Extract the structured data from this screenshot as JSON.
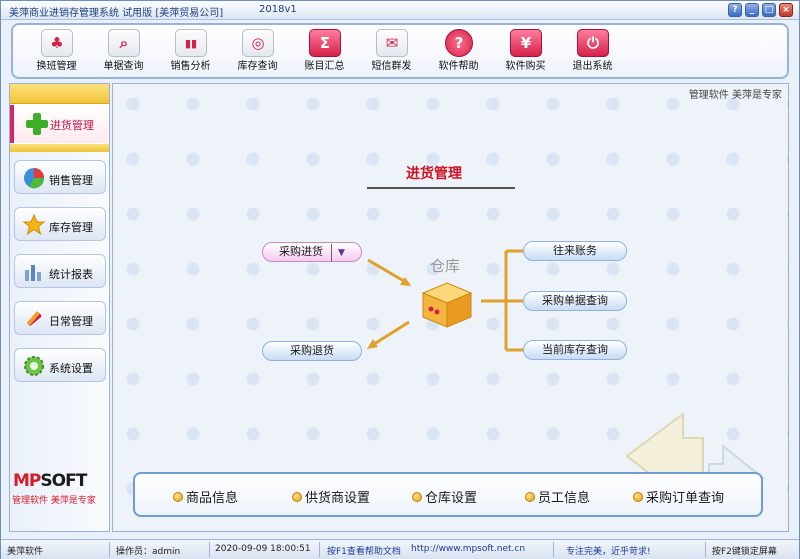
{
  "window": {
    "title": "美萍商业进销存管理系统 试用版 [美萍贸易公司]",
    "version": "2018v1",
    "controls": [
      "?",
      "_",
      "□",
      "×"
    ]
  },
  "toolbar": {
    "items": [
      {
        "label": "换班管理",
        "icon": "change-shift-icon",
        "glyph": "♣",
        "color": "#d6204a"
      },
      {
        "label": "单据查询",
        "icon": "document-search-icon",
        "glyph": "⌕",
        "color": "#d6204a"
      },
      {
        "label": "销售分析",
        "icon": "bar-chart-icon",
        "glyph": "▮▮",
        "color": "#d6204a"
      },
      {
        "label": "库存查询",
        "icon": "inventory-icon",
        "glyph": "◎",
        "color": "#d6204a"
      },
      {
        "label": "账目汇总",
        "icon": "sigma-icon",
        "glyph": "Σ",
        "color": "#ffffff"
      },
      {
        "label": "短信群发",
        "icon": "envelope-icon",
        "glyph": "✉",
        "color": "#d6204a"
      },
      {
        "label": "软件帮助",
        "icon": "help-icon",
        "glyph": "?",
        "color": "#ffffff"
      },
      {
        "label": "软件购买",
        "icon": "yen-icon",
        "glyph": "¥",
        "color": "#ffffff"
      },
      {
        "label": "退出系统",
        "icon": "exit-icon",
        "glyph": "⏻",
        "color": "#ffffff"
      }
    ]
  },
  "sidebar": {
    "active": {
      "label": "进货管理",
      "icon": "plus-icon"
    },
    "items": [
      {
        "label": "销售管理",
        "icon": "pie-chart-icon"
      },
      {
        "label": "库存管理",
        "icon": "star-icon"
      },
      {
        "label": "统计报表",
        "icon": "report-icon"
      },
      {
        "label": "日常管理",
        "icon": "tools-icon"
      },
      {
        "label": "系统设置",
        "icon": "settings-icon"
      }
    ],
    "brand": {
      "logo_m": "MP",
      "logo_rest": "SOFT",
      "slogan": "管理软件 美萍是专家"
    }
  },
  "main": {
    "slogan": "管理软件 美萍是专家",
    "title": "进货管理",
    "warehouse_label": "仓库",
    "flow": {
      "purchase_in": "采购进货",
      "purchase_dropdown": "▼",
      "purchase_return": "采购退货",
      "accounts": "往来账务",
      "purchase_docs": "采购单据查询",
      "current_stock": "当前库存查询"
    },
    "links": [
      "商品信息",
      "供货商设置",
      "仓库设置",
      "员工信息",
      "采购订单查询"
    ]
  },
  "statusbar": {
    "app": "美萍软件",
    "operator": "操作员：admin",
    "datetime": "2020-09-09 18:00:51",
    "help": "按F1查看帮助文档",
    "url": "http://www.mpsoft.net.cn",
    "motto": "专注完美，近乎苛求!",
    "lock": "按F2键锁定屏幕"
  }
}
